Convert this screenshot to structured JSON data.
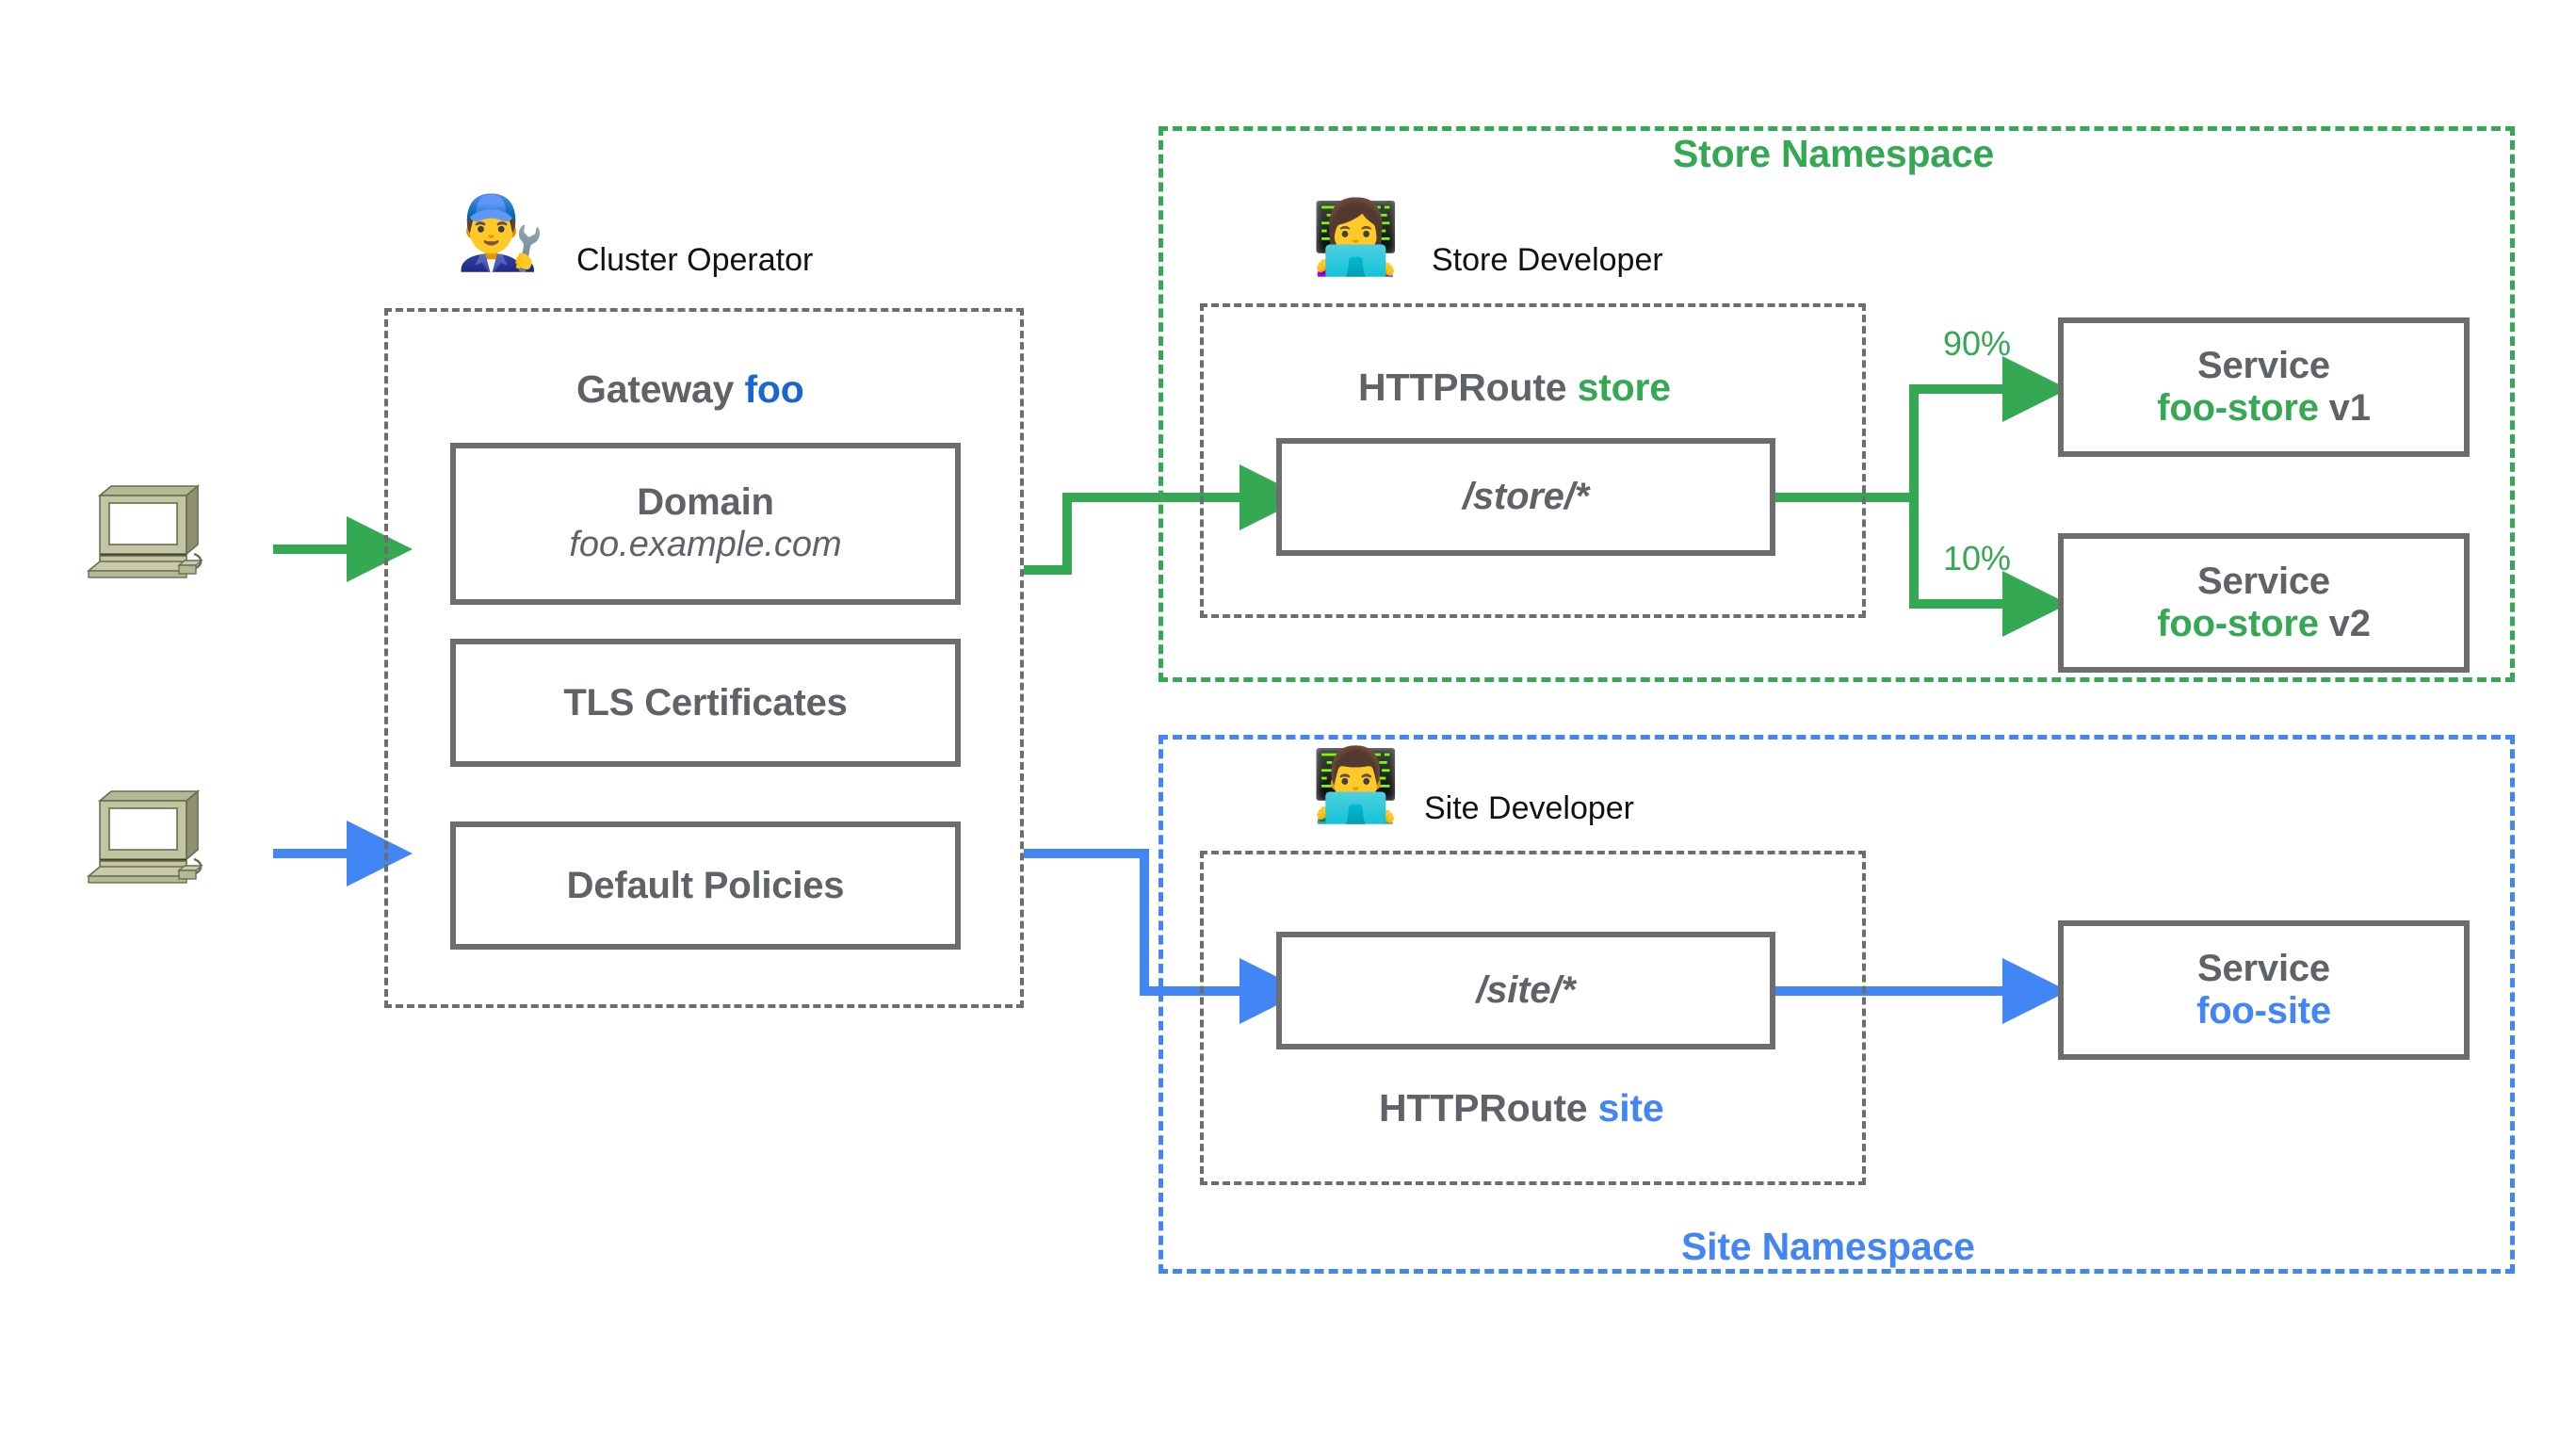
{
  "diagram": {
    "title": "Kubernetes Gateway API role-oriented routing diagram",
    "colors": {
      "green": "#34a853",
      "blue": "#4285f4",
      "blue_dark": "#1a65d1",
      "gray": "#5f6368",
      "box_border": "#6d6d6d"
    }
  },
  "clients": [
    {
      "icon": "computer-icon",
      "arrow_color": "#34a853"
    },
    {
      "icon": "computer-icon",
      "arrow_color": "#4285f4"
    }
  ],
  "gateway": {
    "persona": {
      "emoji": "man-mechanic-emoji",
      "label": "Cluster Operator"
    },
    "title_prefix": "Gateway",
    "title_name": "foo",
    "items": [
      {
        "line1": "Domain",
        "line2": "foo.example.com"
      },
      {
        "line1": "TLS Certificates",
        "line2": ""
      },
      {
        "line1": "Default Policies",
        "line2": ""
      }
    ]
  },
  "namespaces": [
    {
      "id": "store",
      "label": "Store Namespace",
      "persona": {
        "emoji": "woman-technologist-emoji",
        "label": "Store Developer"
      },
      "route": {
        "title_prefix": "HTTPRoute",
        "title_name": "store",
        "title_position": "above",
        "path": "/store/*"
      },
      "backends": [
        {
          "weight": "90%",
          "kind": "Service",
          "name": "foo-store",
          "version": " v1"
        },
        {
          "weight": "10%",
          "kind": "Service",
          "name": "foo-store",
          "version": " v2"
        }
      ]
    },
    {
      "id": "site",
      "label": "Site Namespace",
      "persona": {
        "emoji": "man-technologist-emoji",
        "label": "Site Developer"
      },
      "route": {
        "title_prefix": "HTTPRoute",
        "title_name": "site",
        "title_position": "below",
        "path": "/site/*"
      },
      "backends": [
        {
          "weight": "",
          "kind": "Service",
          "name": "foo-site",
          "version": ""
        }
      ]
    }
  ]
}
